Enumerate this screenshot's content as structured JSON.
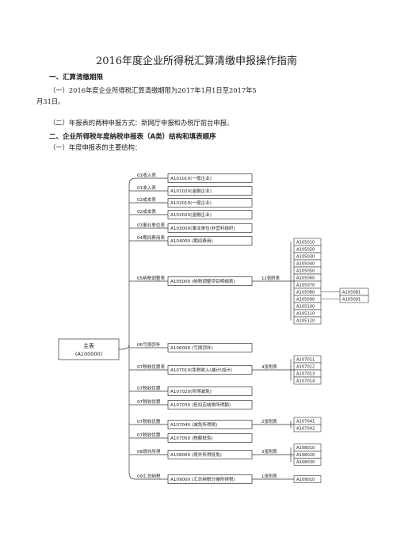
{
  "doc": {
    "title": "2016年度企业所得税汇算清缴申报操作指南",
    "sections": [
      {
        "heading": "一、汇算清缴期限",
        "paras": [
          "（一）2016年度企业所得税汇算清缴期限为2017年1月1日至2017年5",
          "月31日。",
          "（二）年报表的两种申报方式：新网厅申报和办税厅前台申报。"
        ]
      },
      {
        "heading": "二、企业所得税年度纳税申报表（A类）结构和填表顺序",
        "paras": [
          "（一）年度申报表的主要结构："
        ]
      }
    ]
  },
  "diagram": {
    "root": {
      "line1": "主表",
      "line2": "(A100000)"
    },
    "branches": [
      {
        "label": "01收入表",
        "form": "A101010(一般企业)",
        "attach_label": "",
        "attachments": []
      },
      {
        "label": "01收入表",
        "form": "A101020(金融企业)",
        "attach_label": "",
        "attachments": []
      },
      {
        "label": "02成本表",
        "form": "A102010(一般企业)",
        "attach_label": "",
        "attachments": []
      },
      {
        "label": "02成本表",
        "form": "A102020(金融企业)",
        "attach_label": "",
        "attachments": []
      },
      {
        "label": "03事业单位表",
        "form": "A103000(事业单位\\非营利组织)",
        "attach_label": "",
        "attachments": []
      },
      {
        "label": "04期间费用表",
        "form": "A104000 (期间费用)",
        "attach_label": "",
        "attachments": []
      },
      {
        "label": "05纳税调整表",
        "form": "A105000 (纳税调整项目明细表)",
        "attach_label": "12张附表",
        "attachments": [
          "A105010",
          "A105020",
          "A105030",
          "A105040",
          "A105050",
          "A105060",
          "A105070",
          "A105080",
          "A105090",
          "A105100",
          "A105110",
          "A105120"
        ],
        "sub": [
          {
            "parent": "A105080",
            "child": "A105081"
          },
          {
            "parent": "A105090",
            "child": "A105091"
          }
        ]
      },
      {
        "label": "06亏损弥补",
        "form": "A106000 (亏损弥补)",
        "attach_label": "",
        "attachments": []
      },
      {
        "label": "07税收优惠表",
        "form": "A107010(免税收入\\减计\\加计)",
        "attach_label": "4张附表",
        "attachments": [
          "A107011",
          "A107012",
          "A107013",
          "A107014"
        ]
      },
      {
        "label": "07税收优惠",
        "form": "A107020(所得减免)",
        "attach_label": "",
        "attachments": []
      },
      {
        "label": "07税收优惠",
        "form": "A107030 (抵扣应纳税所得额)",
        "attach_label": "",
        "attachments": []
      },
      {
        "label": "07税收优惠",
        "form": "A107040 (减免所得税)",
        "attach_label": "2张附表",
        "attachments": [
          "A107041",
          "A107042"
        ]
      },
      {
        "label": "07税收优惠",
        "form": "A107050 (税额抵免)",
        "attach_label": "",
        "attachments": []
      },
      {
        "label": "08境外所得",
        "form": "A108000 (境外所得抵免)",
        "attach_label": "3张附表",
        "attachments": [
          "A108010",
          "A108020",
          "A108030"
        ]
      },
      {
        "label": "09汇总纳税",
        "form": "A109000 (汇总纳税分摊所得税)",
        "attach_label": "1张附表",
        "attachments": [
          "A109010"
        ]
      }
    ]
  }
}
